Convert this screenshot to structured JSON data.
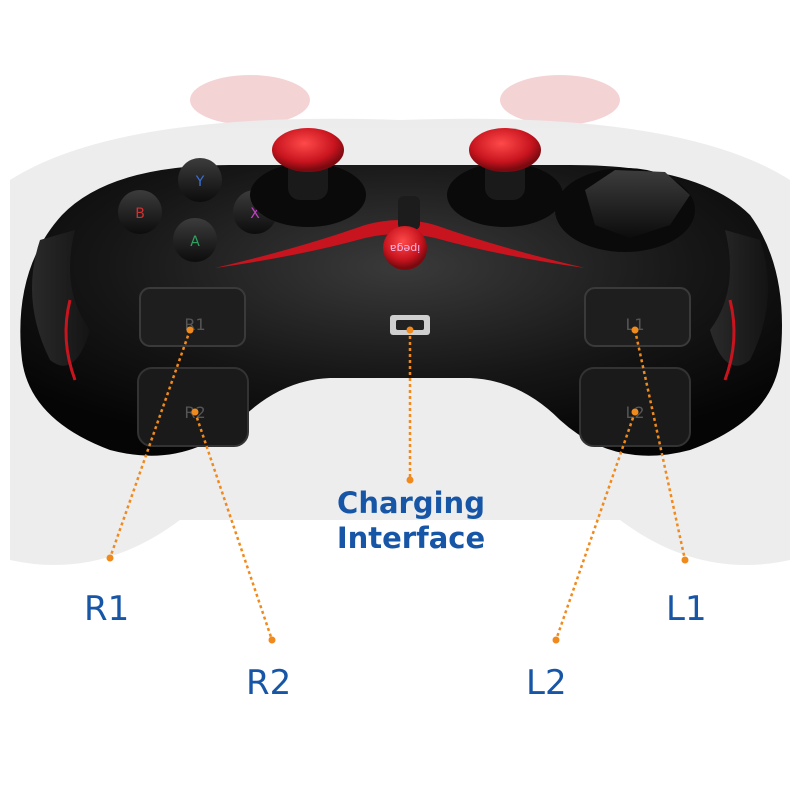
{
  "labels": {
    "r1": "R1",
    "r2": "R2",
    "l1": "L1",
    "l2": "L2",
    "charging_line1": "Charging",
    "charging_line2": "Interface"
  },
  "controller": {
    "brand_text": "ipega",
    "face_buttons": [
      "Y",
      "B",
      "X",
      "A"
    ],
    "trigger_marks": [
      "R1",
      "R2",
      "L1",
      "L2"
    ]
  },
  "colors": {
    "label_blue": "#1756a6",
    "leader_orange": "#f08a1c",
    "body_black": "#111111",
    "accent_red": "#c8141e"
  },
  "icons": [
    "usb-port-icon"
  ]
}
